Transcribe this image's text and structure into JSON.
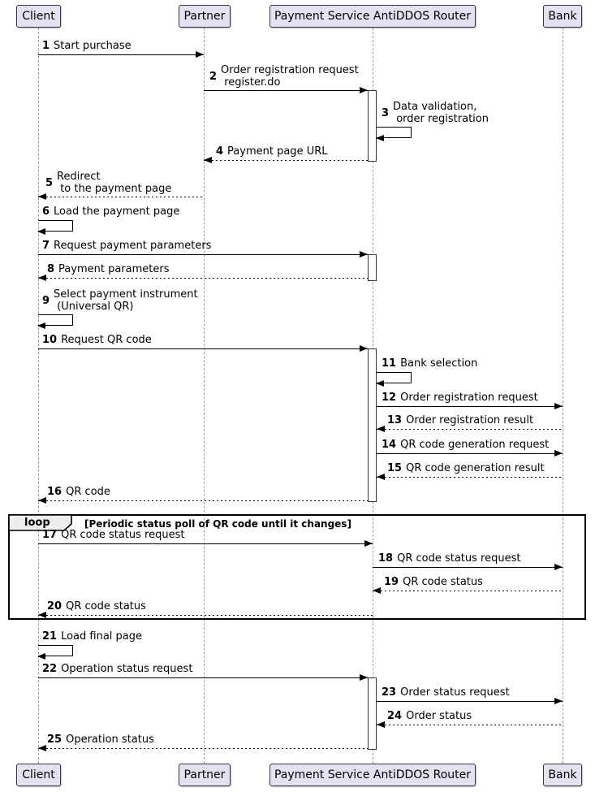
{
  "diagram": {
    "type": "sequence",
    "participants": [
      {
        "name": "Client"
      },
      {
        "name": "Partner"
      },
      {
        "name": "Payment Service AntiDDOS Router"
      },
      {
        "name": "Bank"
      }
    ],
    "loop": {
      "operator": "loop",
      "condition": "[Periodic status poll of QR code until it changes]"
    },
    "messages": [
      {
        "num": "1",
        "text": "Start purchase",
        "from": "Client",
        "to": "Partner",
        "line": "solid"
      },
      {
        "num": "2",
        "text": "Order registration request\n register.do",
        "from": "Partner",
        "to": "Payment Service AntiDDOS Router",
        "line": "solid"
      },
      {
        "num": "3",
        "text": "Data validation,\n order registration",
        "from": "Payment Service AntiDDOS Router",
        "to": "Payment Service AntiDDOS Router",
        "line": "solid"
      },
      {
        "num": "4",
        "text": "Payment page URL",
        "from": "Payment Service AntiDDOS Router",
        "to": "Partner",
        "line": "dotted"
      },
      {
        "num": "5",
        "text": "Redirect\n to the payment page",
        "from": "Partner",
        "to": "Client",
        "line": "dotted"
      },
      {
        "num": "6",
        "text": "Load the payment page",
        "from": "Client",
        "to": "Client",
        "line": "solid"
      },
      {
        "num": "7",
        "text": "Request payment parameters",
        "from": "Client",
        "to": "Payment Service AntiDDOS Router",
        "line": "solid"
      },
      {
        "num": "8",
        "text": "Payment parameters",
        "from": "Payment Service AntiDDOS Router",
        "to": "Client",
        "line": "dotted"
      },
      {
        "num": "9",
        "text": "Select payment instrument\n (Universal QR)",
        "from": "Client",
        "to": "Client",
        "line": "solid"
      },
      {
        "num": "10",
        "text": "Request QR code",
        "from": "Client",
        "to": "Payment Service AntiDDOS Router",
        "line": "solid"
      },
      {
        "num": "11",
        "text": "Bank selection",
        "from": "Payment Service AntiDDOS Router",
        "to": "Payment Service AntiDDOS Router",
        "line": "solid"
      },
      {
        "num": "12",
        "text": "Order registration request",
        "from": "Payment Service AntiDDOS Router",
        "to": "Bank",
        "line": "solid"
      },
      {
        "num": "13",
        "text": "Order registration result",
        "from": "Bank",
        "to": "Payment Service AntiDDOS Router",
        "line": "dotted"
      },
      {
        "num": "14",
        "text": "QR code generation request",
        "from": "Payment Service AntiDDOS Router",
        "to": "Bank",
        "line": "solid"
      },
      {
        "num": "15",
        "text": "QR code generation result",
        "from": "Bank",
        "to": "Payment Service AntiDDOS Router",
        "line": "dotted"
      },
      {
        "num": "16",
        "text": "QR code",
        "from": "Payment Service AntiDDOS Router",
        "to": "Client",
        "line": "dotted"
      },
      {
        "num": "17",
        "text": "QR code status request",
        "from": "Client",
        "to": "Payment Service AntiDDOS Router",
        "line": "solid"
      },
      {
        "num": "18",
        "text": "QR code status request",
        "from": "Payment Service AntiDDOS Router",
        "to": "Bank",
        "line": "solid"
      },
      {
        "num": "19",
        "text": "QR code status",
        "from": "Bank",
        "to": "Payment Service AntiDDOS Router",
        "line": "dotted"
      },
      {
        "num": "20",
        "text": "QR code status",
        "from": "Payment Service AntiDDOS Router",
        "to": "Client",
        "line": "dotted"
      },
      {
        "num": "21",
        "text": "Load final page",
        "from": "Client",
        "to": "Client",
        "line": "solid"
      },
      {
        "num": "22",
        "text": "Operation status request",
        "from": "Client",
        "to": "Payment Service AntiDDOS Router",
        "line": "solid"
      },
      {
        "num": "23",
        "text": "Order status request",
        "from": "Payment Service AntiDDOS Router",
        "to": "Bank",
        "line": "solid"
      },
      {
        "num": "24",
        "text": "Order status",
        "from": "Bank",
        "to": "Payment Service AntiDDOS Router",
        "line": "dotted"
      },
      {
        "num": "25",
        "text": "Operation status",
        "from": "Payment Service AntiDDOS Router",
        "to": "Client",
        "line": "dotted"
      }
    ],
    "colors": {
      "participant_fill": "#E2E2F0",
      "participant_border": "#33333f",
      "lifeline": "#9a9a9a",
      "arrow": "#000000",
      "loop_header_fill": "#EEEEEE"
    }
  }
}
